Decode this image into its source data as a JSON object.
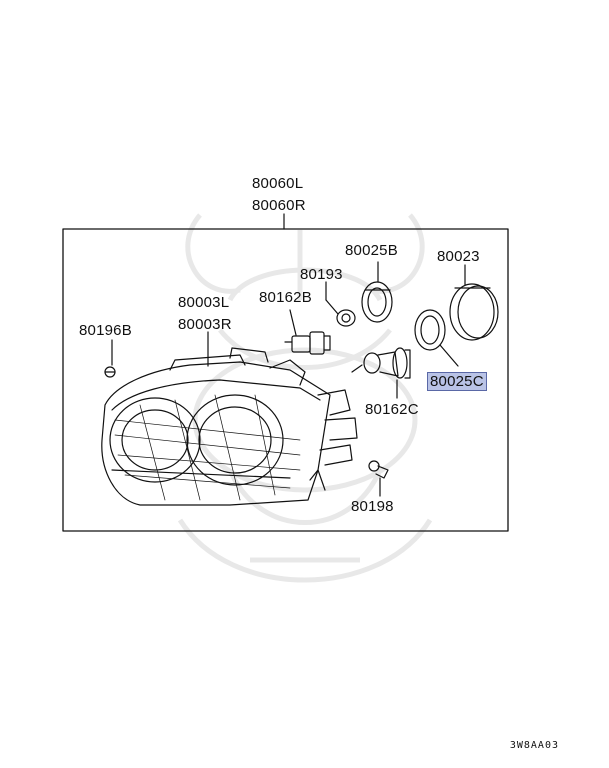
{
  "parts": {
    "assembly_l": "80060L",
    "assembly_r": "80060R",
    "ring_b": "80025B",
    "ring_23": "80023",
    "clip_193": "80193",
    "bulb_b": "80162B",
    "housing_l": "80003L",
    "housing_r": "80003R",
    "screw_196b": "80196B",
    "ring_c_highlighted": "80025C",
    "bulb_c": "80162C",
    "bolt_198": "80198"
  },
  "diagram_code": "3W8AA03",
  "colors": {
    "highlight_fill": "#b9c3e6",
    "highlight_border": "#5a68a6",
    "line": "#111111",
    "watermark": "#e6e6e6"
  }
}
